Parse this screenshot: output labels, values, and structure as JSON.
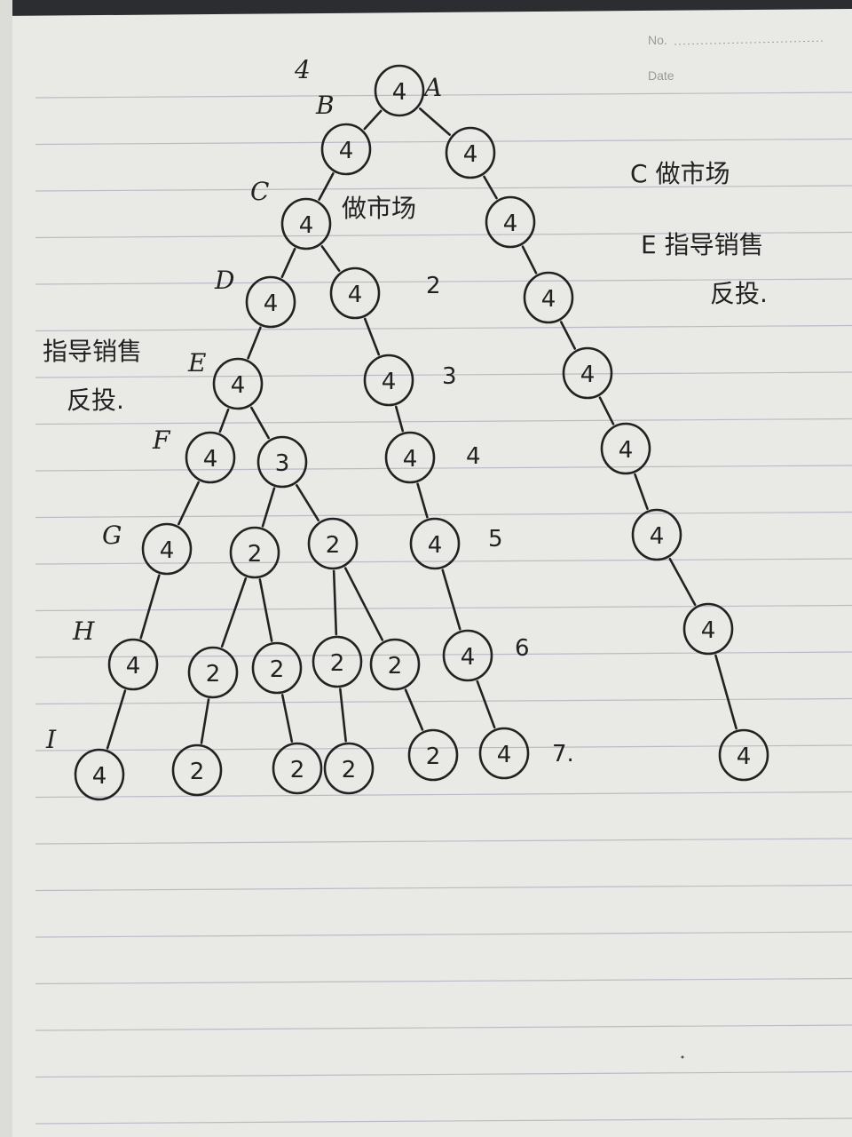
{
  "header": {
    "no_label": "No.",
    "date_label": "Date"
  },
  "colors": {
    "paper": "#e9e9e6",
    "line": "#b9bcc4",
    "ink": "#222222",
    "background": "#2b2d30"
  },
  "notes": {
    "right_c": "C 做市场",
    "right_e1": "E 指导销售",
    "right_e2": "反投.",
    "left_e1": "指导销售",
    "left_e2": "反投.",
    "c_note": "做市场"
  },
  "level_labels": [
    "A",
    "B",
    "C",
    "D",
    "E",
    "F",
    "G",
    "H",
    "I"
  ],
  "depth_numbers": [
    "2",
    "3",
    "4",
    "5",
    "6",
    "7."
  ],
  "stray_mark": "4",
  "tree": {
    "nodes": [
      {
        "id": "A",
        "value": "4"
      },
      {
        "id": "B",
        "value": "4"
      },
      {
        "id": "R1",
        "value": "4"
      },
      {
        "id": "C",
        "value": "4"
      },
      {
        "id": "R2",
        "value": "4"
      },
      {
        "id": "D",
        "value": "4"
      },
      {
        "id": "M2",
        "value": "4"
      },
      {
        "id": "R3",
        "value": "4"
      },
      {
        "id": "E",
        "value": "4"
      },
      {
        "id": "M3",
        "value": "4"
      },
      {
        "id": "R4",
        "value": "4"
      },
      {
        "id": "F",
        "value": "4"
      },
      {
        "id": "F3",
        "value": "3"
      },
      {
        "id": "M4",
        "value": "4"
      },
      {
        "id": "R5",
        "value": "4"
      },
      {
        "id": "G",
        "value": "4"
      },
      {
        "id": "G2a",
        "value": "2"
      },
      {
        "id": "G2b",
        "value": "2"
      },
      {
        "id": "M5",
        "value": "4"
      },
      {
        "id": "R6",
        "value": "4"
      },
      {
        "id": "H",
        "value": "4"
      },
      {
        "id": "H2a",
        "value": "2"
      },
      {
        "id": "H2b",
        "value": "2"
      },
      {
        "id": "H2c",
        "value": "2"
      },
      {
        "id": "H2d",
        "value": "2"
      },
      {
        "id": "M6",
        "value": "4"
      },
      {
        "id": "R7",
        "value": "4"
      },
      {
        "id": "I",
        "value": "4"
      },
      {
        "id": "I2a",
        "value": "2"
      },
      {
        "id": "I2b",
        "value": "2"
      },
      {
        "id": "I2c",
        "value": "2"
      },
      {
        "id": "I2d",
        "value": "2"
      },
      {
        "id": "M7",
        "value": "4"
      },
      {
        "id": "R8",
        "value": "4"
      }
    ]
  }
}
